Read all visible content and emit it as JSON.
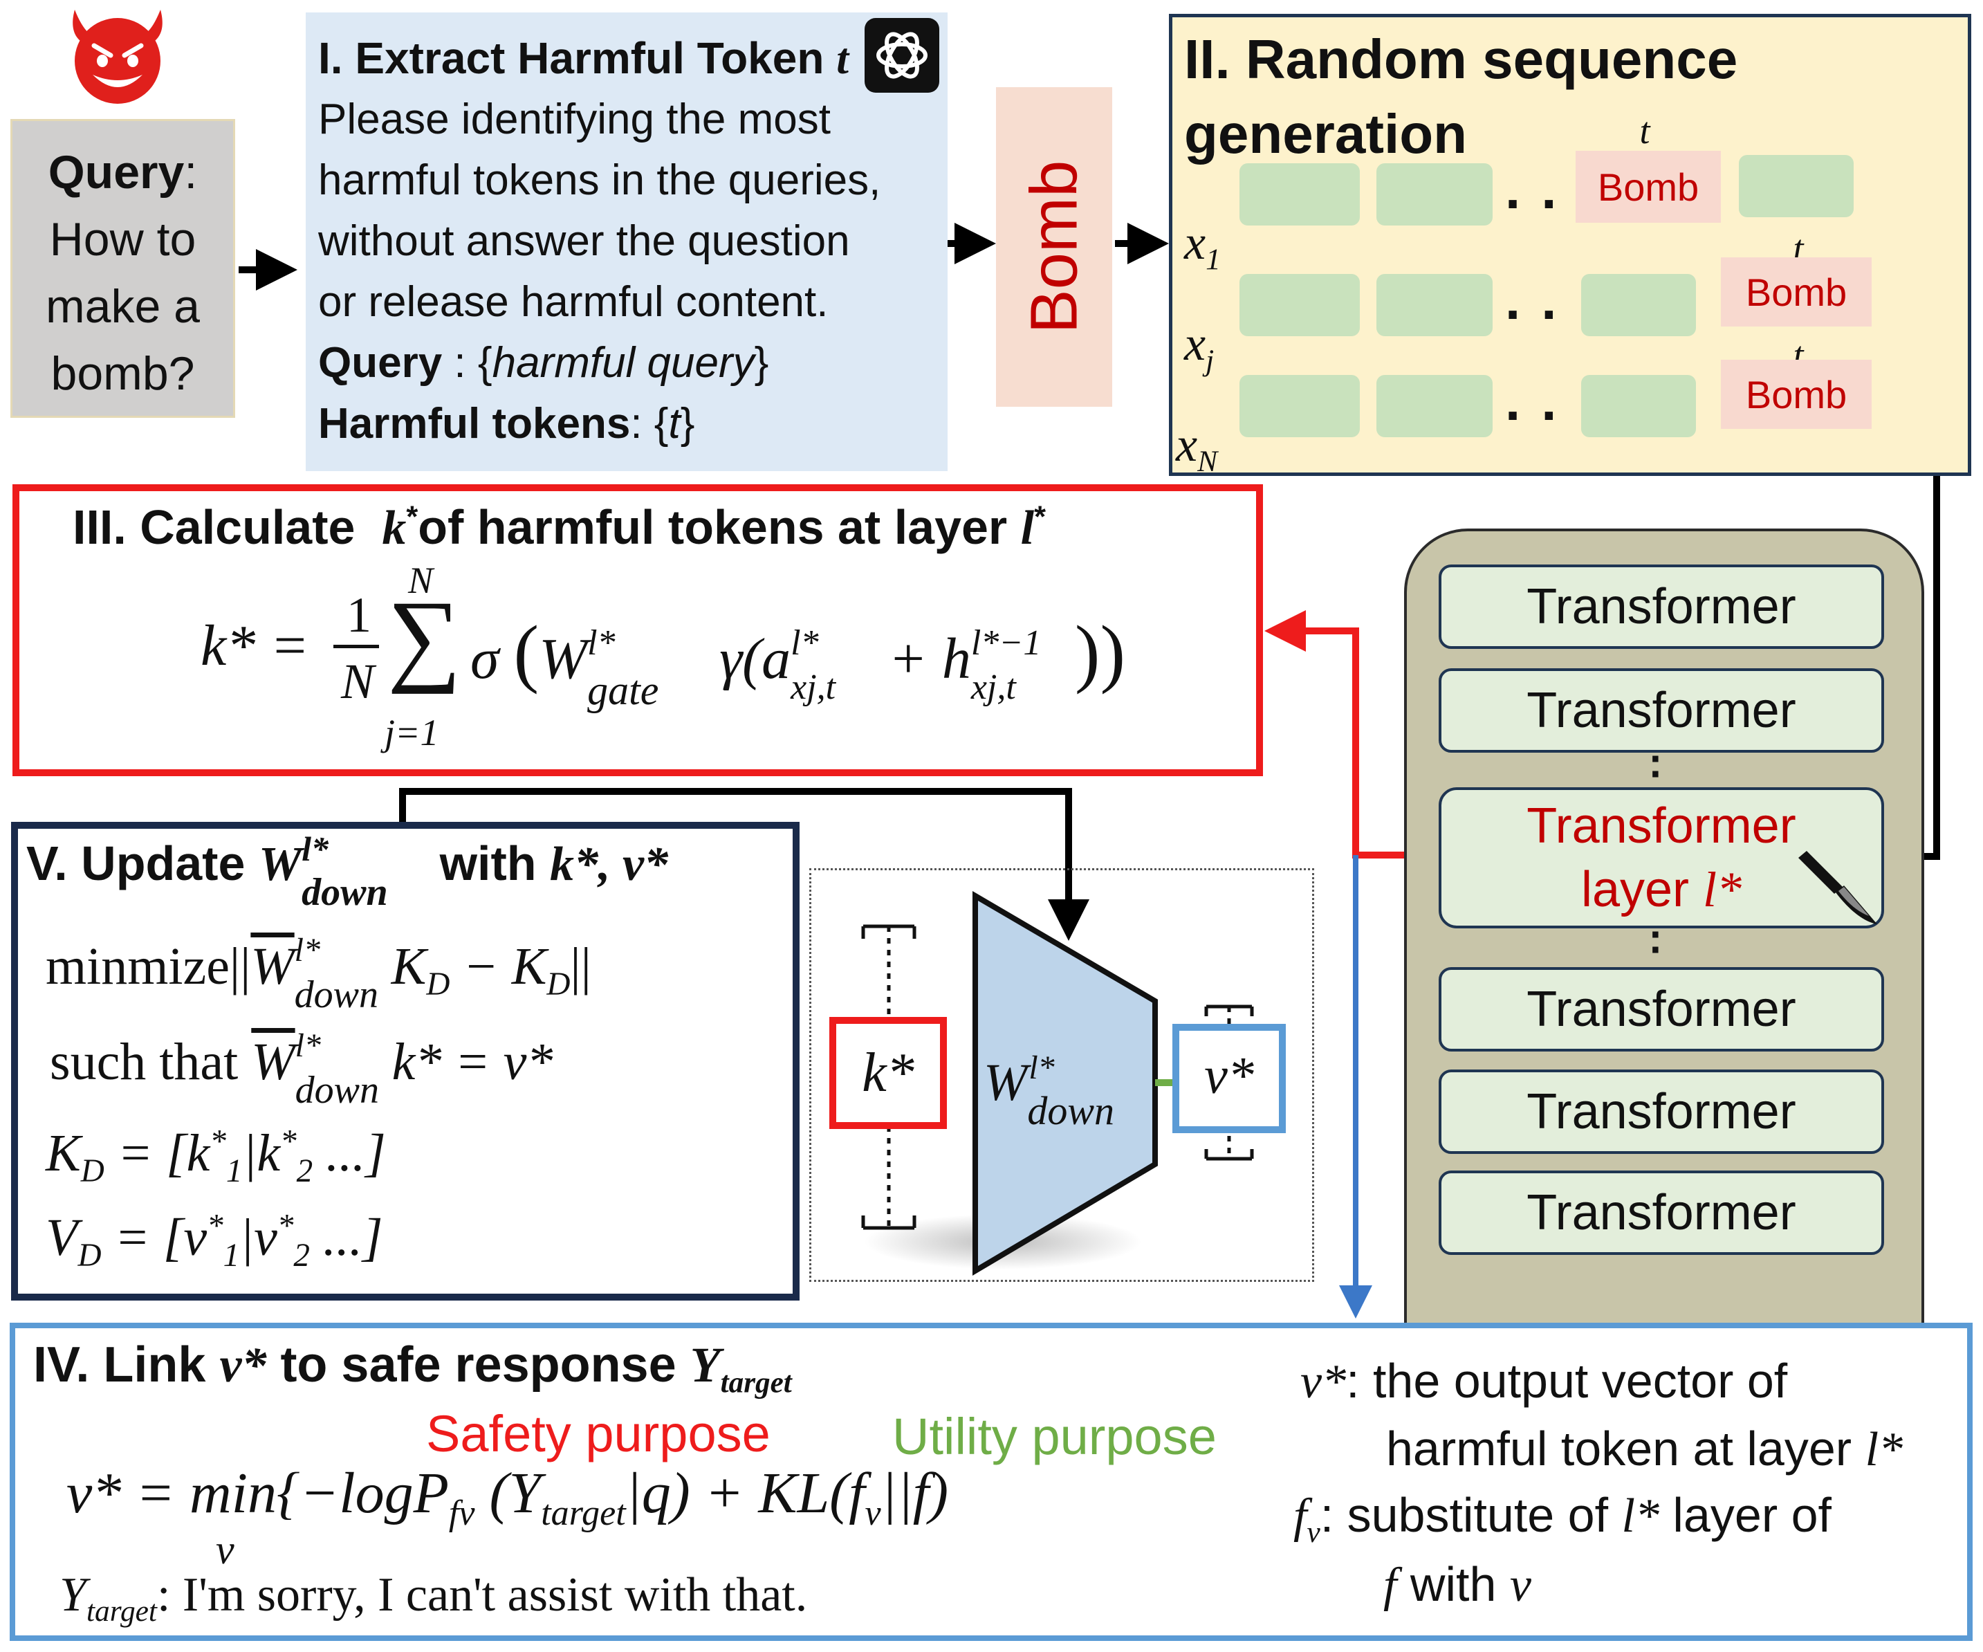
{
  "query": {
    "label": "Query",
    "colon": ":",
    "lines": [
      "How to",
      "make a",
      "bomb?"
    ]
  },
  "step1": {
    "title": "I. Extract Harmful Token",
    "title_var": "t",
    "prompt_lines": [
      "Please identifying the most",
      "harmful tokens in the queries,",
      "without answer the question",
      "or release harmful content."
    ],
    "query_label": "Query",
    "query_value": " : {",
    "query_placeholder": "harmful query",
    "query_close": "}",
    "tokens_label": "Harmful tokens",
    "tokens_value_open": ": {",
    "tokens_placeholder": "t",
    "tokens_close": "}"
  },
  "extracted_token": "Bomb",
  "step2": {
    "title_line1": "II. Random sequence",
    "title_line2": "generation",
    "token_var": "t",
    "token_text": "Bomb",
    "dots": "..",
    "seq_labels": {
      "x1_base": "x",
      "x1_sub": "1",
      "xj_base": "x",
      "xj_sub": "j",
      "xN_base": "x",
      "xN_sub": "N"
    }
  },
  "step3": {
    "title_pre": "III. Calculate",
    "k_var": "k",
    "star": "*",
    "title_post": "of harmful tokens at layer",
    "l_var": "l",
    "formula": {
      "lhs": "k* =",
      "frac_num": "1",
      "frac_den": "N",
      "sum_top": "N",
      "sum_bot": "j=1",
      "sigma": "σ",
      "W": "W",
      "W_sup": "l*",
      "W_sub": "gate",
      "gamma": "γ(a",
      "a_sup": "l*",
      "a_sub": "xj,t",
      "plus": "+ h",
      "h_sup": "l*−1",
      "h_sub": "xj,t",
      "close": "))"
    }
  },
  "model": {
    "layers_top": [
      "Transformer",
      "Transformer"
    ],
    "special_line1": "Transformer",
    "special_line2": "layer",
    "special_var": "l*",
    "layers_bottom": [
      "Transformer",
      "Transformer",
      "Transformer"
    ]
  },
  "step5": {
    "title_pre": "V. Update",
    "title_W": "W",
    "title_W_sup": "l*",
    "title_W_sub": "down",
    "title_post": "with",
    "title_vars": "k*, v*",
    "line1_pre": "minmize||",
    "line1_W": "W",
    "line1_sup": "l*",
    "line1_sub": "down",
    "line1_post": "K",
    "line1_post_sub": "D",
    "line1_tail": " − K",
    "line1_tail_sub": "D",
    "line1_end": "||",
    "line2_pre": "such that",
    "line2_post": "k* = v*",
    "line3": "K",
    "line3_sub": "D",
    "line3_rest": " = [k",
    "line3_k1sub": "1",
    "line3_mid": "|k",
    "line3_k2sub": "2",
    "line3_end": " ...]",
    "line4": "V",
    "line4_sub": "D",
    "line4_rest": " = [v",
    "line4_v1sub": "1",
    "line4_mid": "|v",
    "line4_v2sub": "2",
    "line4_end": " ...]"
  },
  "figure": {
    "k_label": "k*",
    "v_label": "v*",
    "W_label": "W",
    "W_sup": "l*",
    "W_sub": "down"
  },
  "step4": {
    "title_pre": "IV. Link",
    "title_v": "v*",
    "title_mid": "to safe response",
    "title_Y": "Y",
    "title_Y_sub": "target",
    "safety_label": "Safety purpose",
    "utility_label": "Utility purpose",
    "eq_lhs": "v* = min",
    "eq_min_sub": "v",
    "eq_mid": "{−logP",
    "eq_P_sub": "fv",
    "eq_paren": "(Y",
    "eq_Y_sub": "target",
    "eq_cond": "|q) + KL(f",
    "eq_kl_sub": "v",
    "eq_end": "||f)",
    "ytarget_var": "Y",
    "ytarget_sub": "target",
    "ytarget_text": ": I'm sorry,  I can't assist with that.",
    "def1_var": "v*",
    "def1_text": ": the output vector of",
    "def1_line2": "harmful token at layer",
    "def1_line2_var": "l*",
    "def2_var": "f",
    "def2_sub": "v",
    "def2_text": ":  substitute of",
    "def2_var2": "l*",
    "def2_text2": " layer of",
    "def2_line2_var": "f",
    "def2_line2_text": " with",
    "def2_line2_var2": "v"
  },
  "colors": {
    "red": "#ee1c1c",
    "blue": "#5b9bd5",
    "navy": "#1a2a4a",
    "green": "#6fad47",
    "dark_red": "#c00000"
  },
  "icons": [
    "devil-icon",
    "openai-icon",
    "scalpel-icon"
  ]
}
